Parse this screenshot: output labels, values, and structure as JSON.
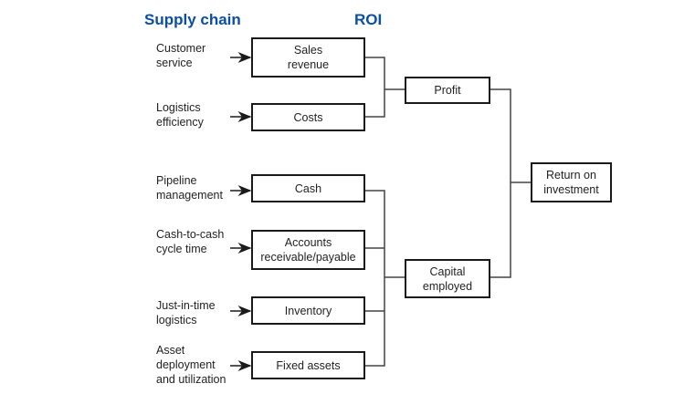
{
  "headings": {
    "supply_chain": "Supply chain",
    "roi": "ROI"
  },
  "drivers": [
    {
      "line1": "Customer",
      "line2": "service",
      "line3": ""
    },
    {
      "line1": "Logistics",
      "line2": "efficiency",
      "line3": ""
    },
    {
      "line1": "Pipeline",
      "line2": "management",
      "line3": ""
    },
    {
      "line1": "Cash-to-cash",
      "line2": "cycle time",
      "line3": ""
    },
    {
      "line1": "Just-in-time",
      "line2": "logistics",
      "line3": ""
    },
    {
      "line1": "Asset",
      "line2": "deployment",
      "line3": "and utilization"
    }
  ],
  "level1": [
    {
      "line1": "Sales",
      "line2": "revenue"
    },
    {
      "line1": "Costs",
      "line2": ""
    },
    {
      "line1": "Cash",
      "line2": ""
    },
    {
      "line1": "Accounts",
      "line2": "receivable/payable"
    },
    {
      "line1": "Inventory",
      "line2": ""
    },
    {
      "line1": "Fixed assets",
      "line2": ""
    }
  ],
  "level2": [
    {
      "line1": "Profit",
      "line2": ""
    },
    {
      "line1": "Capital",
      "line2": "employed"
    }
  ],
  "result": {
    "line1": "Return on",
    "line2": "investment"
  }
}
